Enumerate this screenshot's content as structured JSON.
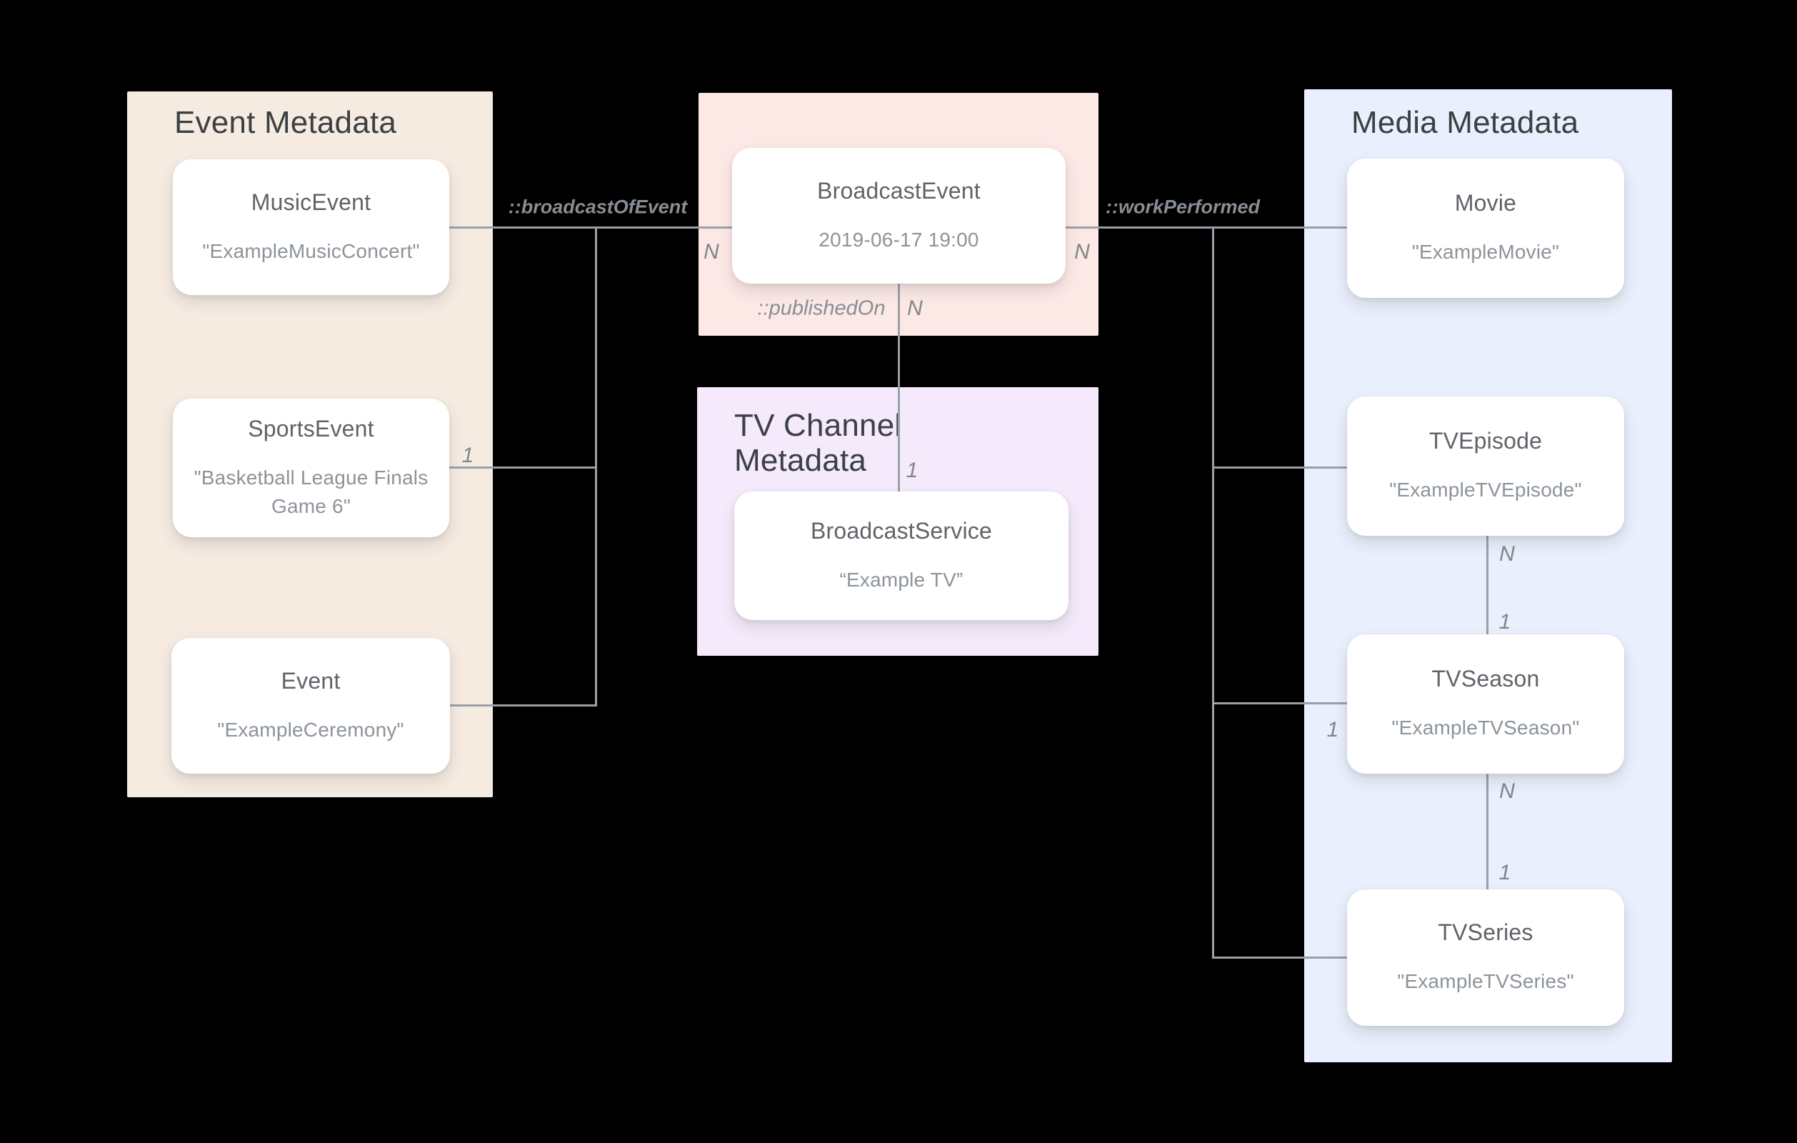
{
  "diagram": {
    "panels": {
      "event": {
        "title": "Event Metadata"
      },
      "tv_channel": {
        "title": "TV Channel\nMetadata"
      },
      "media": {
        "title": "Media Metadata"
      }
    },
    "nodes": {
      "music_event": {
        "title": "MusicEvent",
        "subtitle": "\"ExampleMusicConcert\""
      },
      "sports_event": {
        "title": "SportsEvent",
        "subtitle": "\"Basketball League Finals Game 6\""
      },
      "event": {
        "title": "Event",
        "subtitle": "\"ExampleCeremony\""
      },
      "broadcast_event": {
        "title": "BroadcastEvent",
        "subtitle": "2019-06-17 19:00"
      },
      "broadcast_service": {
        "title": "BroadcastService",
        "subtitle": "“Example TV”"
      },
      "movie": {
        "title": "Movie",
        "subtitle": "\"ExampleMovie\""
      },
      "tv_episode": {
        "title": "TVEpisode",
        "subtitle": "\"ExampleTVEpisode\""
      },
      "tv_season": {
        "title": "TVSeason",
        "subtitle": "\"ExampleTVSeason\""
      },
      "tv_series": {
        "title": "TVSeries",
        "subtitle": "\"ExampleTVSeries\""
      }
    },
    "edges": {
      "broadcast_of_event": "::broadcastOfEvent",
      "work_performed": "::workPerformed",
      "published_on": "::publishedOn"
    },
    "cardinalities": {
      "broadcast_left_n": "N",
      "broadcast_right_n": "N",
      "published_n": "N",
      "published_one": "1",
      "sports_one": "1",
      "season_branch_one": "1",
      "episode_season_n": "N",
      "episode_season_one": "1",
      "season_series_n": "N",
      "season_series_one": "1"
    },
    "colors": {
      "background": "#000000",
      "event_panel": "#f5ebe1",
      "broadcast_panel": "#fce9e6",
      "tv_channel_panel": "#f4eafb",
      "media_panel": "#e9effc",
      "node_bg": "#ffffff",
      "line": "#9aa0a6"
    }
  }
}
